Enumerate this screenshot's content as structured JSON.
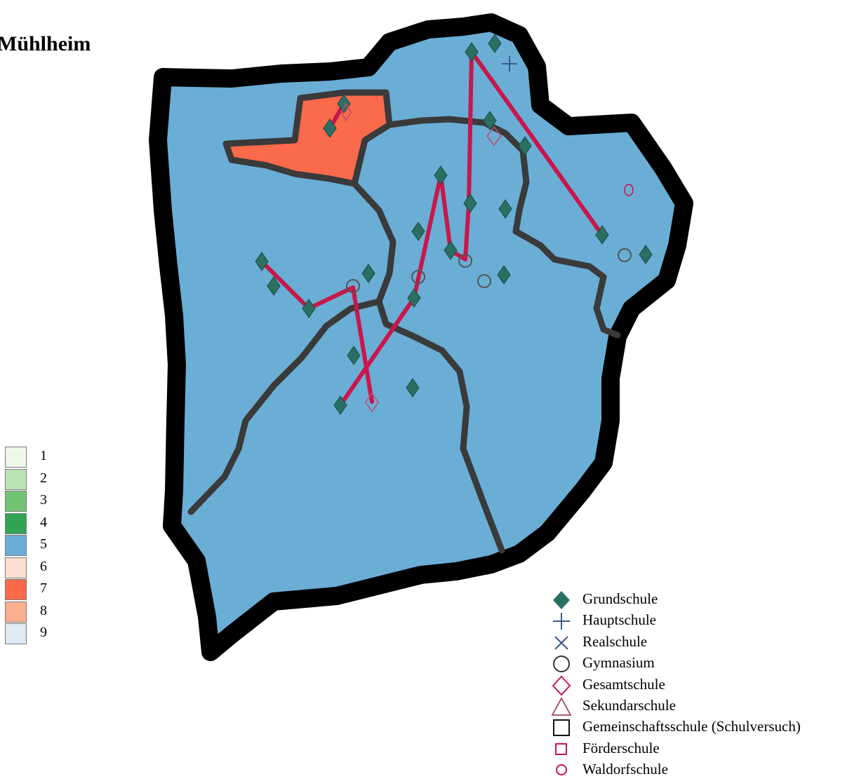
{
  "title": "Mühlheim",
  "colors": {
    "district_fill": "#6aaed6",
    "highlight_fill": "#fb6a4a",
    "outer_border": "#000000",
    "inner_border": "#3a3a3a",
    "connection_line": "#c8174a",
    "grundschule": "#2b6f63",
    "hauptschule": "#3b5b84",
    "gymnasium": "#555555",
    "gesamtschule": "#c04a6a",
    "waldorfschule": "#c8174a"
  },
  "scale": [
    {
      "label": "1",
      "color": "#edf8e9"
    },
    {
      "label": "2",
      "color": "#bae4b3"
    },
    {
      "label": "3",
      "color": "#74c476"
    },
    {
      "label": "4",
      "color": "#31a354"
    },
    {
      "label": "5",
      "color": "#6aaed6"
    },
    {
      "label": "6",
      "color": "#fee0d2"
    },
    {
      "label": "7",
      "color": "#fb6a4a"
    },
    {
      "label": "8",
      "color": "#fcae91"
    },
    {
      "label": "9",
      "color": "#deebf7"
    }
  ],
  "legend": [
    {
      "label": "Grundschule",
      "icon": "diamond-filled-icon"
    },
    {
      "label": "Hauptschule",
      "icon": "plus-icon"
    },
    {
      "label": "Realschule",
      "icon": "cross-icon"
    },
    {
      "label": "Gymnasium",
      "icon": "circle-icon"
    },
    {
      "label": "Gesamtschule",
      "icon": "diamond-outline-icon"
    },
    {
      "label": "Sekundarschule",
      "icon": "triangle-icon"
    },
    {
      "label": "Gemeinschaftsschule (Schulversuch)",
      "icon": "square-icon"
    },
    {
      "label": "Förderschule",
      "icon": "small-square-icon"
    },
    {
      "label": "Waldorfschule",
      "icon": "small-circle-icon"
    }
  ]
}
